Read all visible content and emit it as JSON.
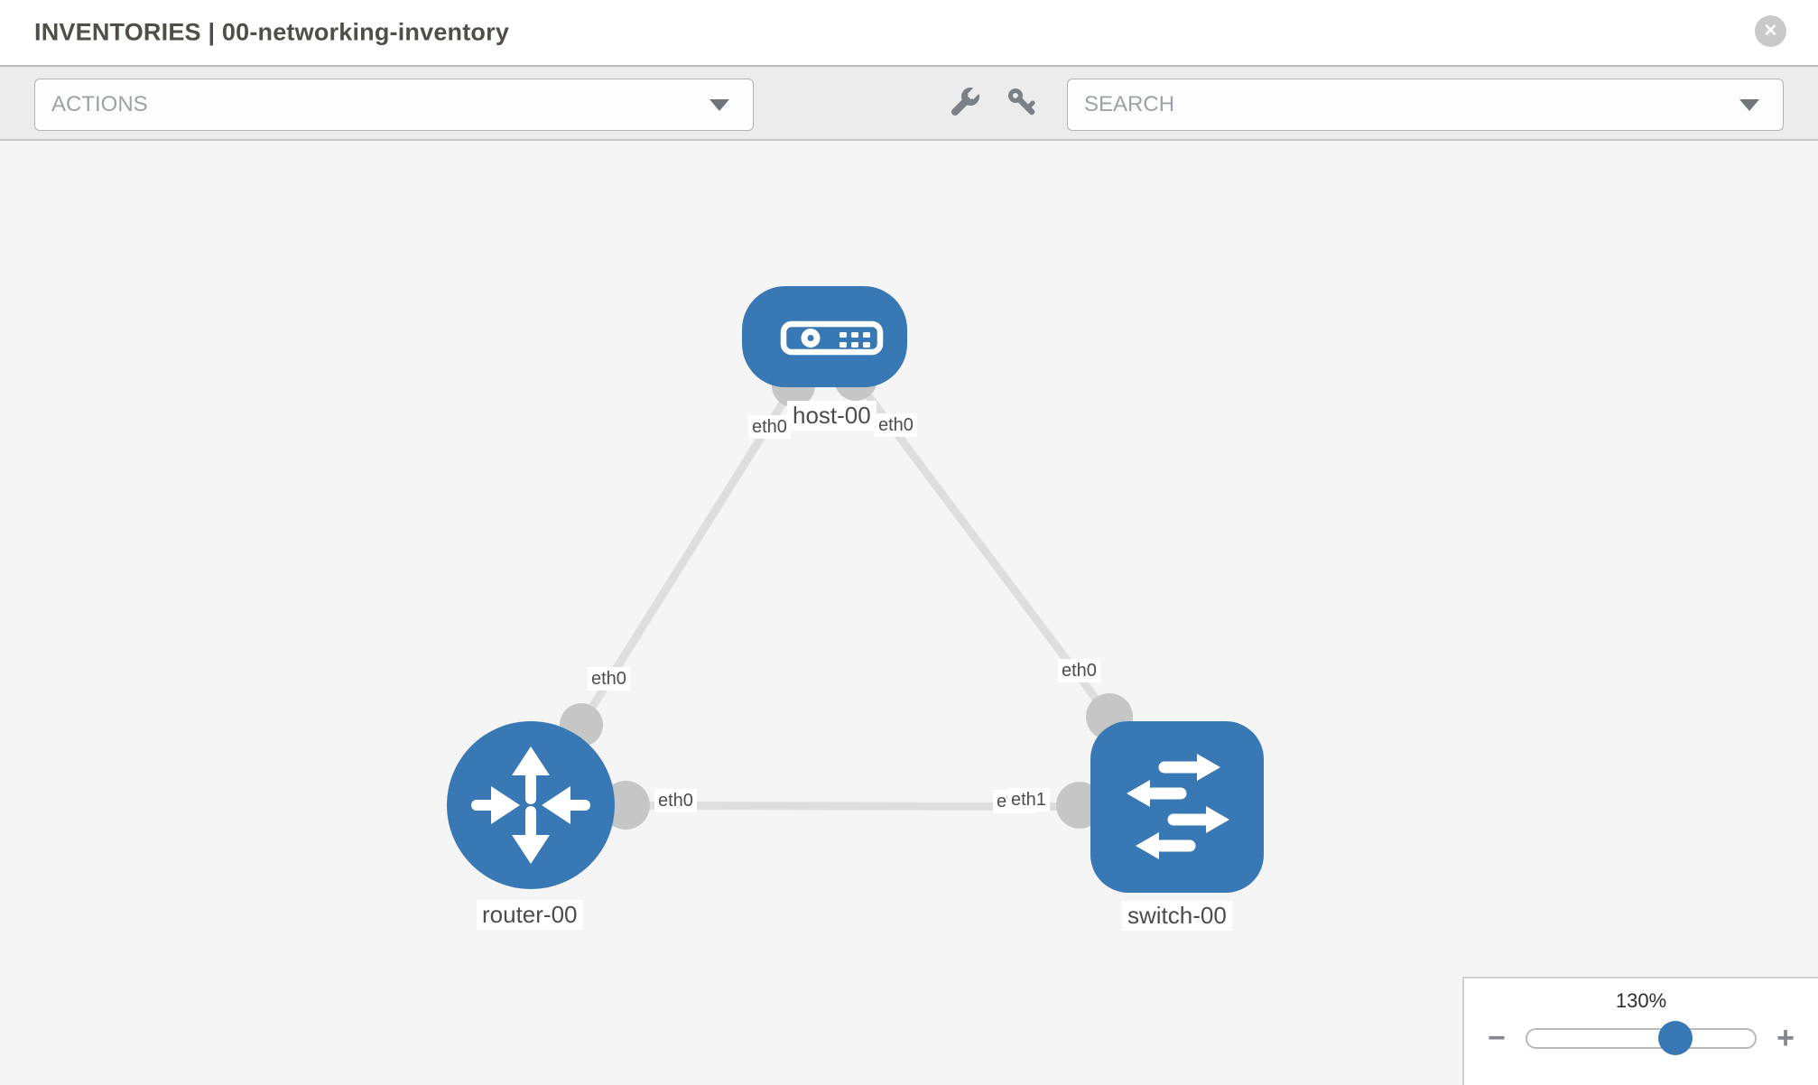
{
  "window": {
    "title": "INVENTORIES | 00-networking-inventory",
    "close_glyph": "✕"
  },
  "toolbar": {
    "actions_dropdown": {
      "value": "ACTIONS"
    },
    "search_dropdown": {
      "value": "SEARCH"
    },
    "icon_buttons": [
      "wrench",
      "key"
    ]
  },
  "topology": {
    "nodes": [
      {
        "id": "host-00",
        "type": "host",
        "label": "host-00"
      },
      {
        "id": "router-00",
        "type": "router",
        "label": "router-00"
      },
      {
        "id": "switch-00",
        "type": "switch",
        "label": "switch-00"
      }
    ],
    "edges": [
      {
        "source": "host-00",
        "target": "router-00",
        "source_interface": "eth0",
        "target_interface": "eth0"
      },
      {
        "source": "host-00",
        "target": "switch-00",
        "source_interface": "eth0",
        "target_interface": "eth0"
      },
      {
        "source": "router-00",
        "target": "switch-00",
        "source_interface": "eth0",
        "target_interface": "eth1"
      }
    ],
    "interface_labels": [
      {
        "at": "host-00",
        "edge": "host-00-router-00",
        "text": "eth0"
      },
      {
        "at": "host-00",
        "edge": "host-00-switch-00",
        "text": "eth0"
      },
      {
        "at": "router-00",
        "edge": "host-00-router-00",
        "text": "eth0"
      },
      {
        "at": "switch-00",
        "edge": "host-00-switch-00",
        "text": "eth0"
      },
      {
        "at": "router-00",
        "edge": "router-00-switch-00",
        "text": "eth0"
      },
      {
        "at": "switch-00",
        "edge": "router-00-switch-00",
        "text": "eth0"
      },
      {
        "at": "switch-00",
        "edge": "router-00-switch-00",
        "text": "eth1"
      }
    ],
    "colors": {
      "node_fill": "#3879b5",
      "edge": "#dedede",
      "interface_dot": "#c6c6c6",
      "label_text": "#4c4c4c"
    }
  },
  "zoom_control": {
    "value": "130%",
    "zoom_out_glyph": "−",
    "zoom_in_glyph": "+",
    "slider_position_percent": 65,
    "thumb_color": "#3879b5"
  }
}
